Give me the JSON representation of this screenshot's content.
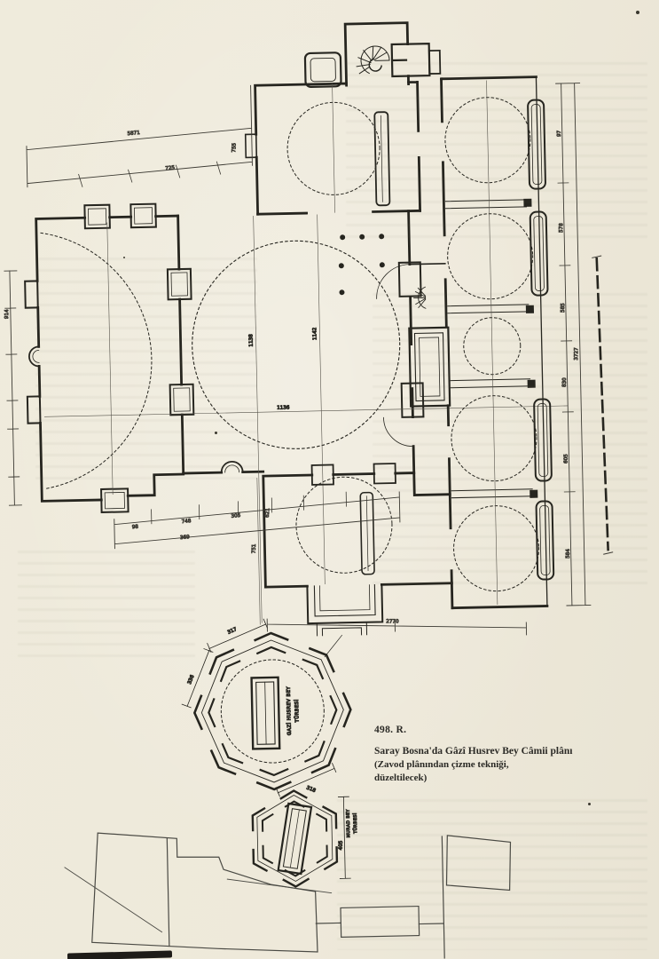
{
  "page": {
    "background": "#eeeadb",
    "ink": "#26251f"
  },
  "figure": {
    "number": "498. R.",
    "caption_line1": "Saray Bosna'da Gâzî Husrev Bey Câmii plânı",
    "caption_line2": "(Zavod plânından çizme tekniği,",
    "caption_line3": "düzeltilecek)"
  },
  "plan": {
    "labels": {
      "turbe_large_line1": "GAZİ HUSREV BEY",
      "turbe_large_line2": "TÜRBESİ",
      "turbe_small_line1": "MURAD BEY",
      "turbe_small_line2": "TÜRBESİ"
    },
    "dimensions": {
      "top_total": "5871",
      "top_segment": "725",
      "top_vertical": "755",
      "left_vertical": "914",
      "bottom_left_segments": [
        "98",
        "748",
        "305",
        "369"
      ],
      "bottom_left_vertical_1": "621",
      "bottom_left_vertical_2": "751",
      "south_total": "2770",
      "hall_width": "1136",
      "hall_axis_1": "1138",
      "hall_axis_2": "1142",
      "right_segments": [
        "97",
        "578",
        "585",
        "830",
        "605",
        "584"
      ],
      "right_total": "3727",
      "octagon_edge_1": "317",
      "octagon_edge_2": "336",
      "octagon_edge_3": "318",
      "hexagon_height": "405"
    }
  }
}
